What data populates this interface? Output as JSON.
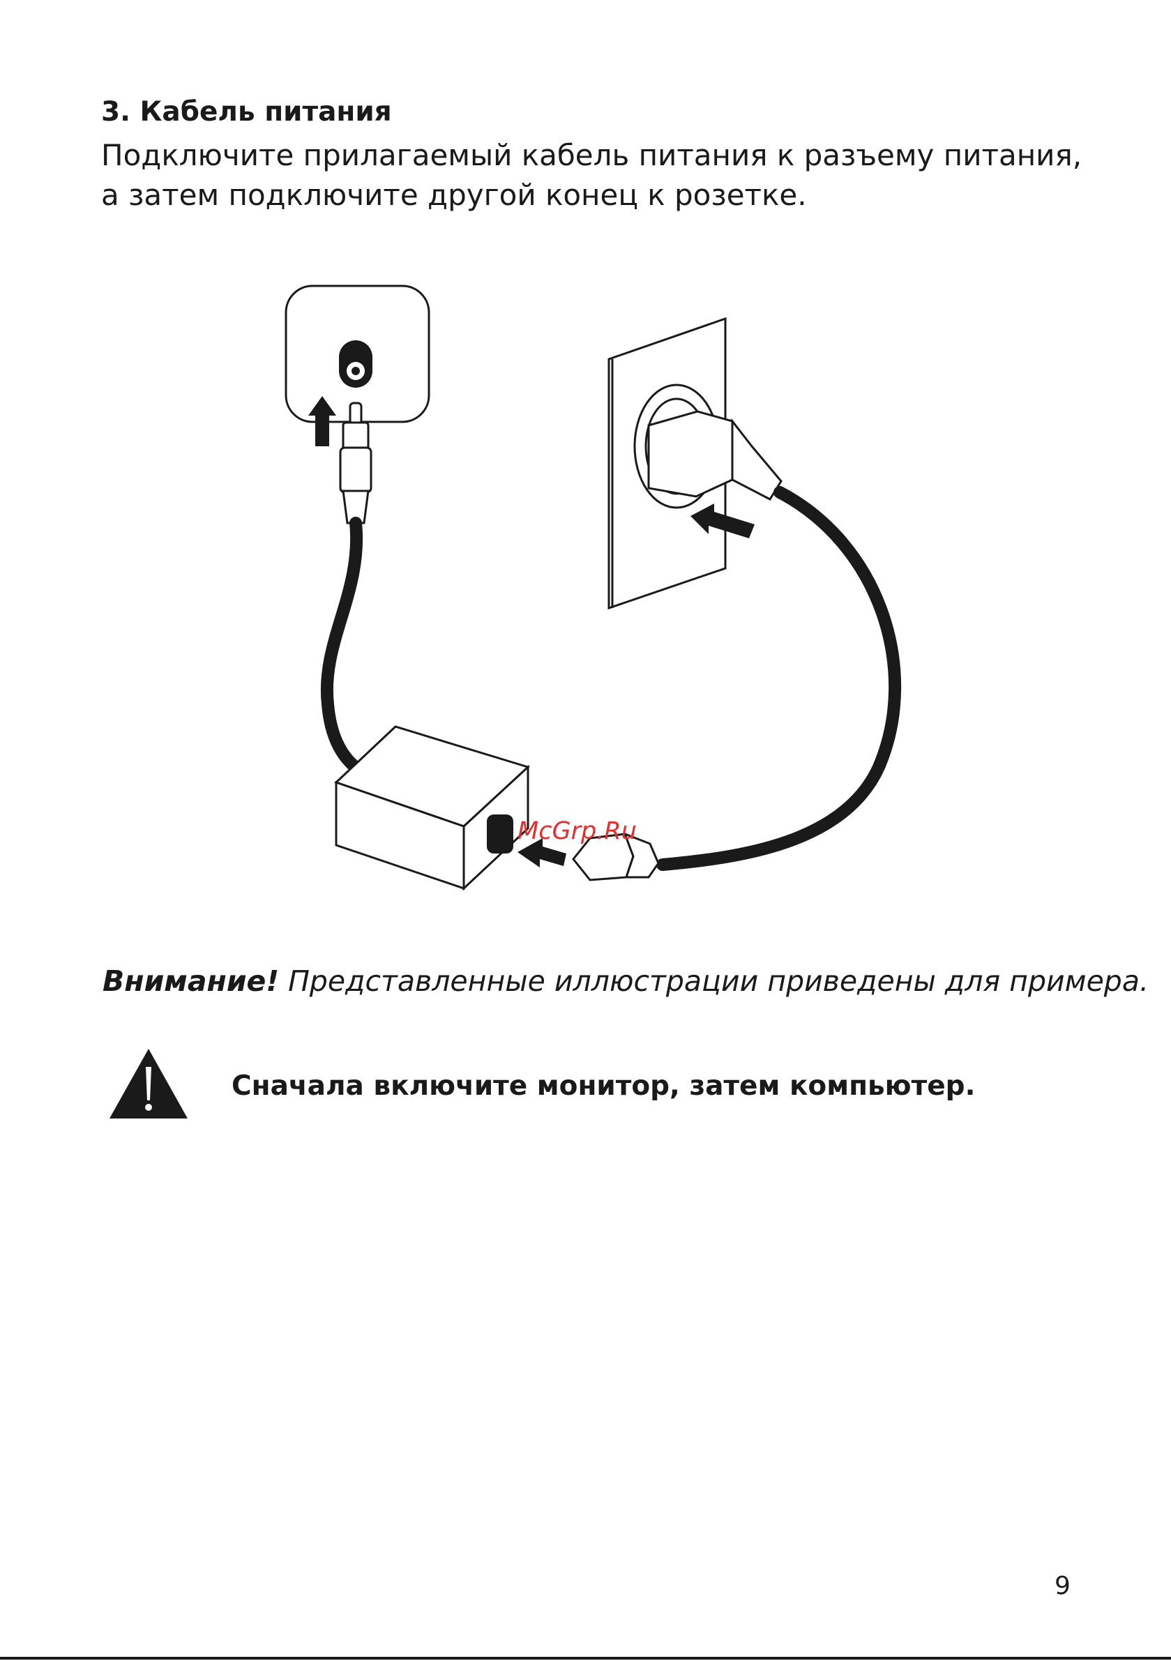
{
  "section": {
    "heading": "3. Кабель питания",
    "instruction": "Подключите прилагаемый кабель питания к разъему питания, а затем подключите другой конец к розетке."
  },
  "illustration": {
    "watermark": "McGrp.Ru",
    "icons": [
      "monitor-port-icon",
      "wall-socket-icon",
      "power-adapter-icon",
      "insert-arrow-icon"
    ]
  },
  "note": {
    "label": "Внимание!",
    "text": " Представленные иллюстрации приведены для примера."
  },
  "warning": {
    "icon": "warning-triangle-icon",
    "text": "Сначала включите монитор, затем компьютер."
  },
  "footer": {
    "page_number": "9"
  }
}
